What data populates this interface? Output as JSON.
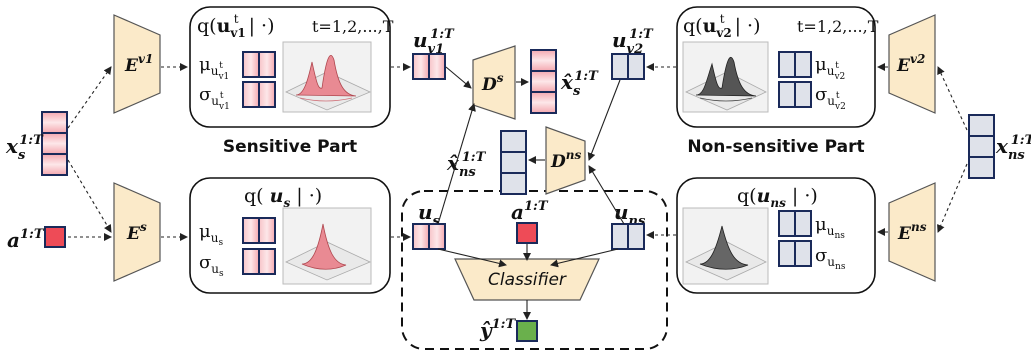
{
  "colors": {
    "encoder_fill": "#fbeac9",
    "sensitive_cell": "#f4a8b0",
    "nonsensitive_cell": "#dfe2ea",
    "attribute_box": "#ee4b57",
    "output_box": "#6ab04c"
  },
  "encoders": {
    "sensitive_view": {
      "base": "E",
      "sup": "v1"
    },
    "sensitive_shared": {
      "base": "E",
      "sup": "s"
    },
    "nonsensitive_view": {
      "base": "E",
      "sup": "v2"
    },
    "nonsensitive_shared": {
      "base": "E",
      "sup": "ns"
    }
  },
  "decoders": {
    "sensitive": {
      "base": "D",
      "sup": "s"
    },
    "nonsensitive": {
      "base": "D",
      "sup": "ns"
    }
  },
  "inputs": {
    "x_s": {
      "base": "x",
      "sub": "s",
      "sup": "1:T"
    },
    "a": {
      "base": "a",
      "sup": "1:T"
    },
    "x_ns": {
      "base": "x",
      "sub": "ns",
      "sup": "1:T"
    }
  },
  "latents": {
    "u_v1": {
      "base": "u",
      "sub": "v1",
      "sup": "1:T"
    },
    "u_v2": {
      "base": "u",
      "sub": "v2",
      "sup": "1:T"
    },
    "u_s": {
      "base": "u",
      "sub": "s"
    },
    "u_ns": {
      "base": "u",
      "sub": "ns"
    },
    "a_center": {
      "base": "a",
      "sup": "1:T"
    }
  },
  "reconstructions": {
    "x_s_hat": {
      "base": "x̂",
      "sub": "s",
      "sup": "1:T"
    },
    "x_ns_hat": {
      "base": "x̂",
      "sub": "ns",
      "sup": "1:T"
    }
  },
  "panels": {
    "sens_view": {
      "q_open": "q(",
      "q_var": "u",
      "q_sub": "v1",
      "q_sup": "t",
      "q_close": " | ·)",
      "range": "t=1,2,...,T",
      "mu": "μ",
      "mu_sub": "u",
      "mu_subsub": "v1",
      "mu_subsup": "t",
      "sigma": "σ",
      "sigma_sub": "u",
      "sigma_subsub": "v1",
      "sigma_subsup": "t"
    },
    "nonsens_view": {
      "q_open": "q(",
      "q_var": "u",
      "q_sub": "v2",
      "q_sup": "t",
      "q_close": " | ·)",
      "range": "t=1,2,...,T",
      "mu": "μ",
      "mu_sub": "u",
      "mu_subsub": "v2",
      "mu_subsup": "t",
      "sigma": "σ",
      "sigma_sub": "u",
      "sigma_subsub": "v2",
      "sigma_subsup": "t"
    },
    "sens_shared": {
      "q_open": "q( ",
      "q_var": "u",
      "q_sub": "s",
      "q_close": " | ·)",
      "mu": "μ",
      "mu_sub": "u",
      "mu_subsub": "s",
      "sigma": "σ",
      "sigma_sub": "u",
      "sigma_subsub": "s"
    },
    "nonsens_shared": {
      "q_open": "q(",
      "q_var": "u",
      "q_sub": "ns",
      "q_close": " | ·)",
      "mu": "μ",
      "mu_sub": "u",
      "mu_subsub": "ns",
      "sigma": "σ",
      "sigma_sub": "u",
      "sigma_subsub": "ns"
    }
  },
  "sections": {
    "sensitive": "Sensitive Part",
    "nonsensitive": "Non-sensitive Part"
  },
  "classifier": {
    "label": "Classifier",
    "output": {
      "base": "ŷ",
      "sup": "1:T"
    }
  }
}
